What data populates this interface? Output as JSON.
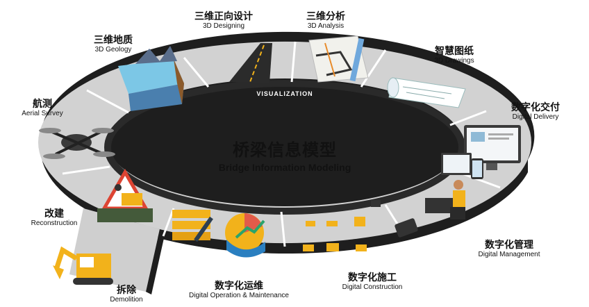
{
  "center": {
    "title_zh": "桥梁信息模型",
    "title_en": "Bridge Information Modeling"
  },
  "ring": {
    "band_label": "VISUALIZATION"
  },
  "stages": {
    "design": {
      "zh": "三维正向设计",
      "en": "3D Designing"
    },
    "analysis": {
      "zh": "三维分析",
      "en": "3D Analysis"
    },
    "geology": {
      "zh": "三维地质",
      "en": "3D Geology"
    },
    "drawings": {
      "zh": "智慧图纸",
      "en": "3D Drawings"
    },
    "survey": {
      "zh": "航测",
      "en": "Aerial Survey"
    },
    "delivery": {
      "zh": "数字化交付",
      "en": "Digital Delivery"
    },
    "reconstruct": {
      "zh": "改建",
      "en": "Reconstruction"
    },
    "management": {
      "zh": "数字化管理",
      "en": "Digital Management"
    },
    "operation": {
      "zh": "数字化运维",
      "en": "Digital Operation & Maintenance"
    },
    "construction": {
      "zh": "数字化施工",
      "en": "Digital Construction"
    },
    "demolition": {
      "zh": "拆除",
      "en": "Demolition"
    }
  },
  "colors": {
    "ring_top": "#d0d0d0",
    "ring_side": "#1e1e1e",
    "accent_yellow": "#f2b21b",
    "accent_blue": "#2a7fc0"
  }
}
